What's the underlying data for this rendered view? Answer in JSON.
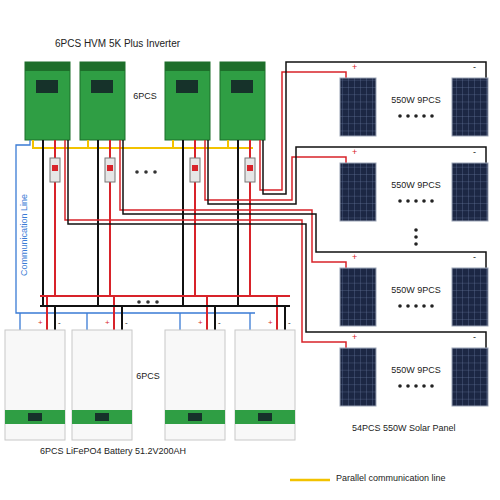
{
  "diagram": {
    "labels": [
      "6PCS HVM 5K Plus Inverter",
      "6PCS",
      "Communication Line",
      "550W 9PCS",
      "550W 9PCS",
      "550W 9PCS",
      "550W 9PCS",
      "+",
      "-",
      "+",
      "-",
      "+",
      "-",
      "+",
      "-",
      "6PCS",
      "+",
      "-",
      "+",
      "-",
      "+",
      "-",
      "+",
      "-",
      "6PCS LiFePO4 Battery 51.2V200AH",
      "54PCS 550W Solar Panel"
    ],
    "legend": [
      {
        "text": "Parallel communication line"
      }
    ]
  }
}
